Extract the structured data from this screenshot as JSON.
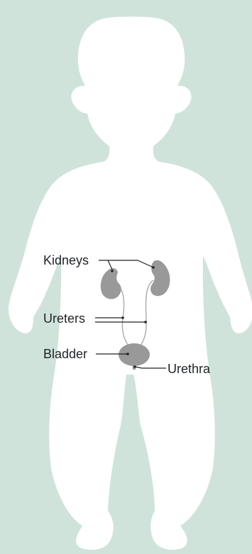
{
  "colors": {
    "background": "#cfe3db",
    "body": "#ffffff",
    "organ": "#999999",
    "ureter": "#a9a9a9",
    "leader": "#1f2326"
  },
  "labels": {
    "kidneys": "Kidneys",
    "ureters": "Ureters",
    "bladder": "Bladder",
    "urethra": "Urethra"
  }
}
